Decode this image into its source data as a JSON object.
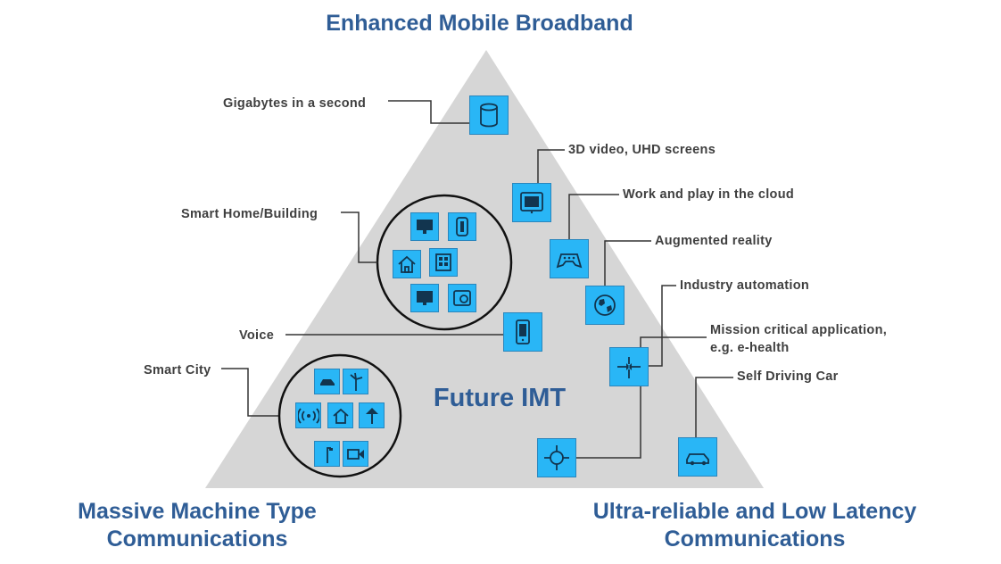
{
  "titles": {
    "top": "Enhanced Mobile Broadband",
    "left": [
      "Massive Machine Type",
      "Communications"
    ],
    "right": [
      "Ultra-reliable  and Low Latency",
      "Communications"
    ]
  },
  "center_label": "Future IMT",
  "labels": {
    "gigabytes": "Gigabytes in a second",
    "video_3d": "3D video, UHD screens",
    "cloud": "Work and play in the cloud",
    "ar": "Augmented reality",
    "industry": "Industry automation",
    "mission": [
      "Mission  critical  application,",
      "e.g. e-health"
    ],
    "self_driving": "Self Driving Car",
    "smart_home": "Smart Home/Building",
    "voice": "Voice",
    "smart_city": "Smart City"
  },
  "colors": {
    "title_blue": "#2f5d96",
    "triangle_gray": "#d6d6d6",
    "icon_fill": "#29b6f6",
    "label_text": "#3f3f3f"
  }
}
